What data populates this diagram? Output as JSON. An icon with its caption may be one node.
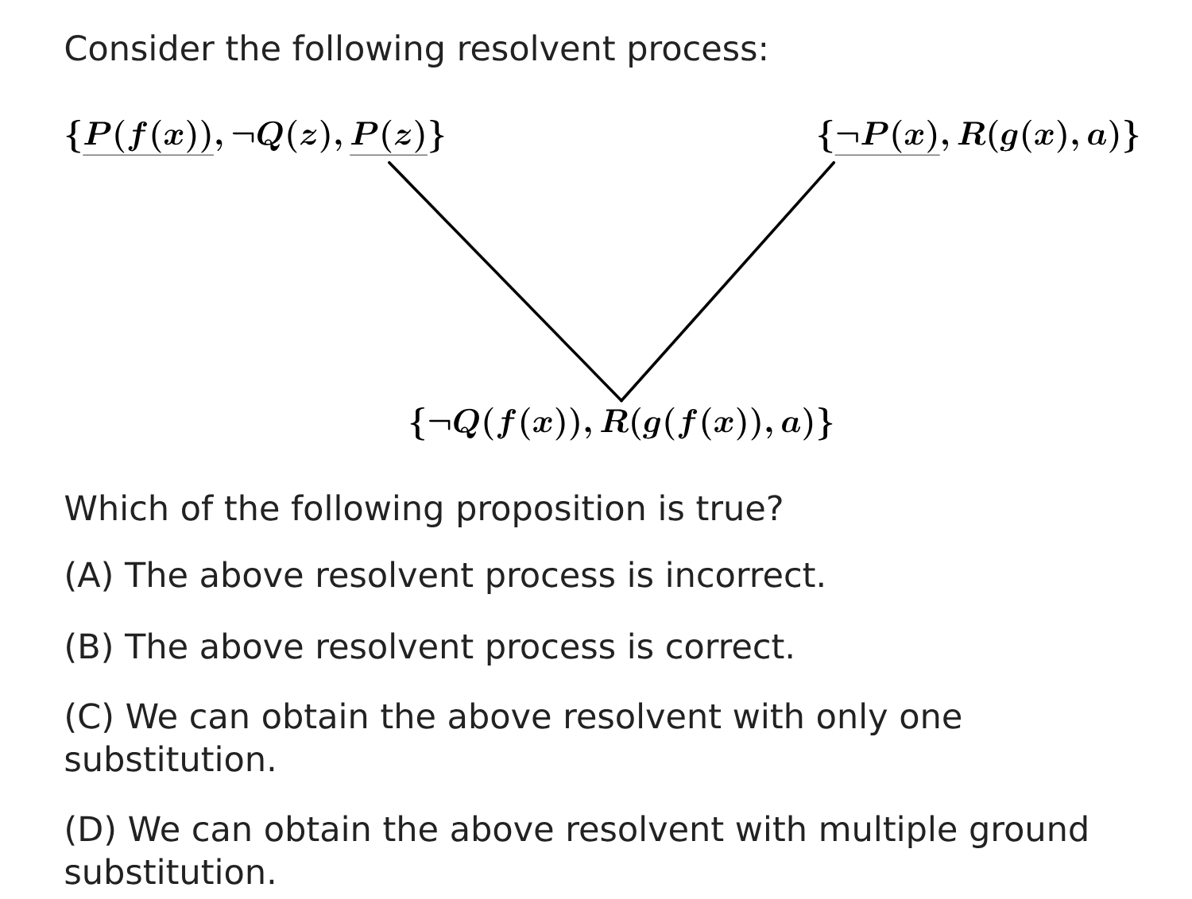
{
  "diagram": {
    "title": "Consider the following resolvent process:",
    "nodes": [
      {
        "text": [
          "\\{\\underline{P(f(x))}, \\neg Q(z), \\underline{P(z)}\\}"
        ]
      },
      {
        "text": [
          "\\{\\underline{\\neg P(x)}, R(g(x), a)\\}"
        ]
      },
      {
        "text": [
          "\\{\\neg Q(f(x)), R(g(f(x)), a)\\}"
        ]
      }
    ],
    "edges": [
      {
        "from": 0,
        "to": 2,
        "arrow": "none"
      },
      {
        "from": 1,
        "to": 2,
        "arrow": "none"
      }
    ],
    "labels": [
      "Which of the following proposition is true?",
      "(A) The above resolvent process is incorrect.",
      "(B) The above resolvent process is correct.",
      "(C) We can obtain the above resolvent with only one substitution.",
      "(D) We can obtain the above resolvent with multiple ground substitution."
    ]
  }
}
